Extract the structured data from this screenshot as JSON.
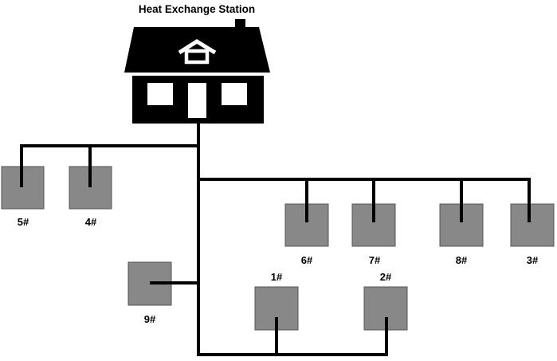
{
  "title": "Heat Exchange Station",
  "colors": {
    "building": "#000000",
    "window": "#ffffff",
    "substation": "#888888",
    "substation_border": "#555555",
    "pipe": "#000000"
  },
  "icons": {
    "station": "house-icon",
    "roof_emblem": "house-outline-icon"
  },
  "stations": [
    {
      "id": "5",
      "label": "5#"
    },
    {
      "id": "4",
      "label": "4#"
    },
    {
      "id": "6",
      "label": "6#"
    },
    {
      "id": "7",
      "label": "7#"
    },
    {
      "id": "8",
      "label": "8#"
    },
    {
      "id": "3",
      "label": "3#"
    },
    {
      "id": "9",
      "label": "9#"
    },
    {
      "id": "1",
      "label": "1#"
    },
    {
      "id": "2",
      "label": "2#"
    }
  ]
}
